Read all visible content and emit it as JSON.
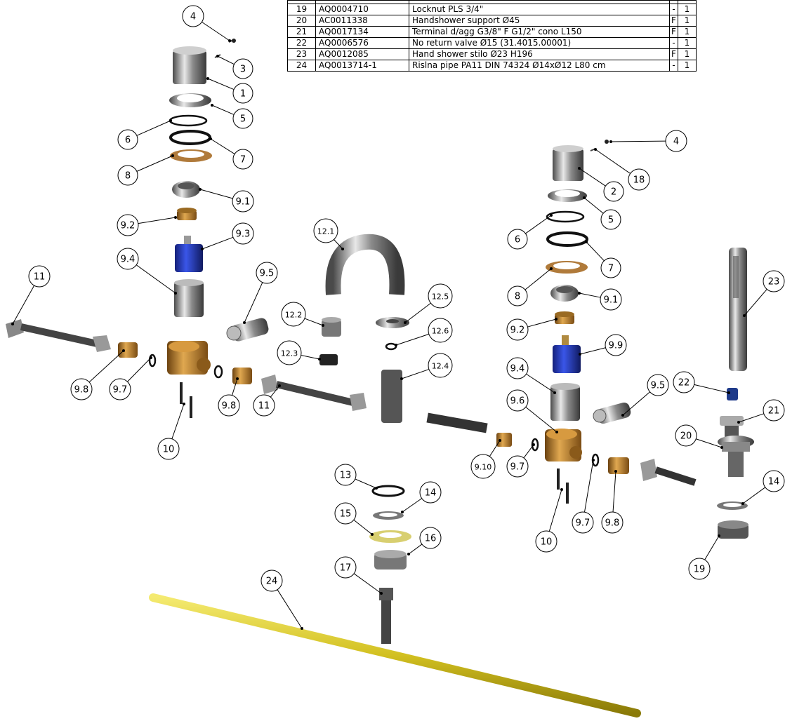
{
  "parts_table": {
    "rows": [
      {
        "no": "19",
        "code": "AQ0004710",
        "desc": "Locknut PLS 3/4\"",
        "f": "-",
        "qty": "1"
      },
      {
        "no": "20",
        "code": "AC0011338",
        "desc": "Handshower support Ø45",
        "f": "F",
        "qty": "1"
      },
      {
        "no": "21",
        "code": "AQ0017134",
        "desc": "Terminal d/agg G3/8\" F G1/2\" cono L150",
        "f": "F",
        "qty": "1"
      },
      {
        "no": "22",
        "code": "AQ0006576",
        "desc": "No return valve Ø15 (31.4015.00001)",
        "f": "-",
        "qty": "1"
      },
      {
        "no": "23",
        "code": "AQ0012085",
        "desc": "Hand shower stilo Ø23 H196",
        "f": "F",
        "qty": "1"
      },
      {
        "no": "24",
        "code": "AQ0013714-1",
        "desc": "Rislna pipe PA11 DIN 74324 Ø14xØ12 L80 cm",
        "f": "-",
        "qty": "1"
      }
    ]
  },
  "balloons": [
    {
      "label": "4"
    },
    {
      "label": "3"
    },
    {
      "label": "1"
    },
    {
      "label": "5"
    },
    {
      "label": "6"
    },
    {
      "label": "7"
    },
    {
      "label": "8"
    },
    {
      "label": "9.1"
    },
    {
      "label": "9.2"
    },
    {
      "label": "9.3"
    },
    {
      "label": "9.4"
    },
    {
      "label": "9.5"
    },
    {
      "label": "11"
    },
    {
      "label": "9.8"
    },
    {
      "label": "9.7"
    },
    {
      "label": "9.8"
    },
    {
      "label": "11"
    },
    {
      "label": "10"
    },
    {
      "label": "12.1"
    },
    {
      "label": "12.2"
    },
    {
      "label": "12.3"
    },
    {
      "label": "12.5"
    },
    {
      "label": "12.6"
    },
    {
      "label": "12.4"
    },
    {
      "label": "13"
    },
    {
      "label": "14"
    },
    {
      "label": "15"
    },
    {
      "label": "16"
    },
    {
      "label": "17"
    },
    {
      "label": "24"
    },
    {
      "label": "4"
    },
    {
      "label": "18"
    },
    {
      "label": "2"
    },
    {
      "label": "5"
    },
    {
      "label": "6"
    },
    {
      "label": "7"
    },
    {
      "label": "8"
    },
    {
      "label": "9.1"
    },
    {
      "label": "9.2"
    },
    {
      "label": "9.9"
    },
    {
      "label": "9.4"
    },
    {
      "label": "9.5"
    },
    {
      "label": "9.6"
    },
    {
      "label": "9.10"
    },
    {
      "label": "9.7"
    },
    {
      "label": "10"
    },
    {
      "label": "9.7"
    },
    {
      "label": "9.8"
    },
    {
      "label": "23"
    },
    {
      "label": "22"
    },
    {
      "label": "21"
    },
    {
      "label": "20"
    },
    {
      "label": "14"
    },
    {
      "label": "19"
    }
  ],
  "colors": {
    "chrome": "#9a9a9a",
    "brass": "#b07a2a",
    "cartridge_blue": "#2a3fbf",
    "pipe_yellow": "#d8c92a",
    "gasket_black": "#111111",
    "line": "#000000"
  }
}
